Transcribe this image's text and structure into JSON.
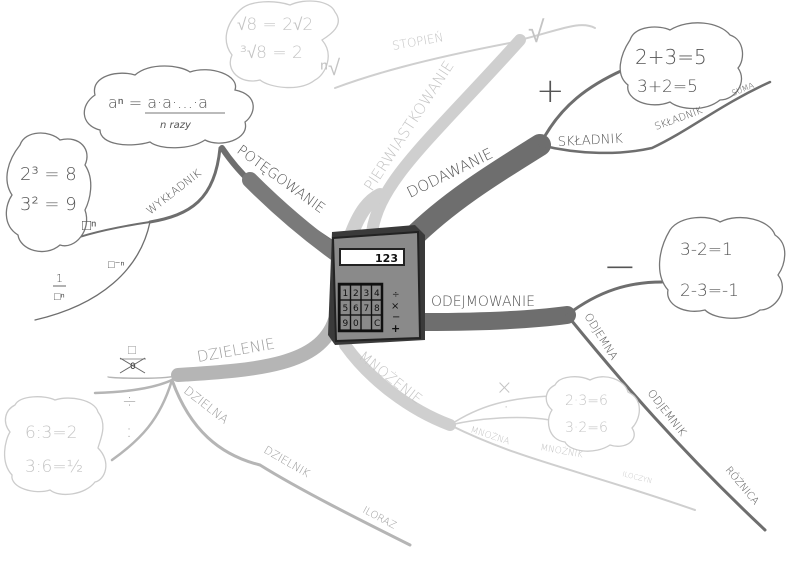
{
  "center": {
    "display": "123",
    "keys": [
      "1",
      "2",
      "3",
      "4",
      "5",
      "6",
      "7",
      "8",
      "9",
      "0",
      "",
      "C"
    ],
    "operators": [
      "÷",
      "×",
      "−",
      "+"
    ]
  },
  "colors": {
    "dark_branch": "#6e6e6e",
    "light_branch": "#cfcfcf",
    "mid_branch": "#b5b5b5",
    "calculator": "#3a3a3a"
  },
  "potegowanie": {
    "label": "POTĘGOWANIE",
    "sub": "WYKŁADNIK",
    "formula": "aⁿ = a·a·…·a",
    "formula_note": "n razy",
    "examples": [
      "2³ = 8",
      "3² = 9"
    ],
    "sym1": "□ⁿ",
    "sym2": "□⁻ⁿ",
    "sym3_num": "1",
    "sym3_den": "□ⁿ"
  },
  "pierwiastkowanie": {
    "label": "PIERWIASTKOWANIE",
    "sub": "STOPIEŃ",
    "examples": [
      "√8 = 2√2",
      "³√8 = 2"
    ],
    "sym": "√",
    "sym_small": "ⁿ√"
  },
  "dodawanie": {
    "label": "DODAWANIE",
    "subs": [
      "SKŁADNIK",
      "SKŁADNIK",
      "SUMA"
    ],
    "examples": [
      "2+3=5",
      "3+2=5"
    ],
    "sym": "+"
  },
  "odejmowanie": {
    "label": "ODEJMOWANIE",
    "subs": [
      "ODJEMNA",
      "ODJEMNIK",
      "RÓŻNICA"
    ],
    "examples": [
      "3-2=1",
      "2-3=-1"
    ],
    "sym": "−"
  },
  "mnozenie": {
    "label": "MNOŻENIE",
    "subs": [
      "MNOŻNA",
      "MNOŻNIK",
      "ILOCZYN"
    ],
    "examples": [
      "2·3=6",
      "3·2=6"
    ],
    "sym1": "×",
    "sym2": "·"
  },
  "dzielenie": {
    "label": "DZIELENIE",
    "subs": [
      "DZIELNA",
      "DZIELNIK",
      "ILORAZ"
    ],
    "examples": [
      "6:3=2",
      "3:6=½"
    ],
    "sym1": "÷",
    "sym2": ":",
    "forbidden_num": "□",
    "forbidden_den": "0"
  }
}
